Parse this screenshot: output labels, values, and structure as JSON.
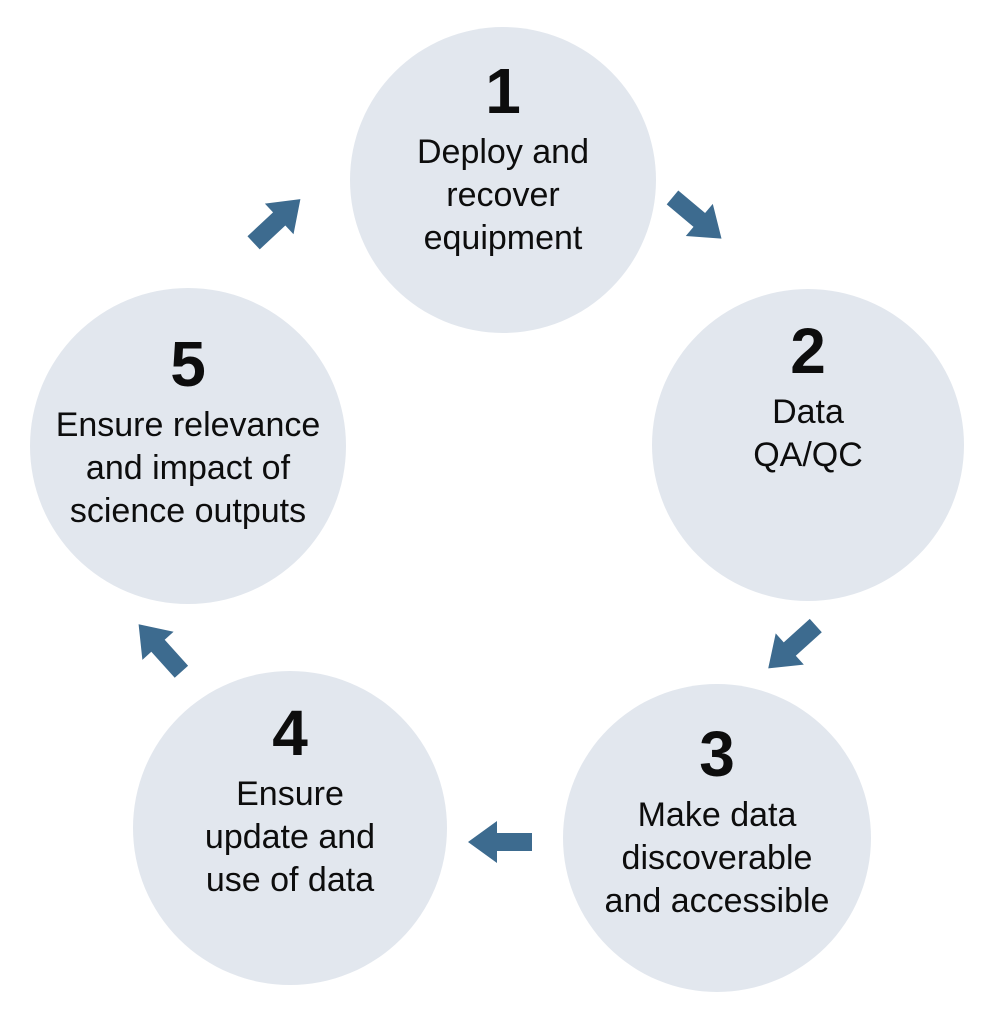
{
  "colors": {
    "background": "#ffffff",
    "circle_fill": "#E2E7EE",
    "arrow": "#3D6B8F",
    "text": "#0d0d0d"
  },
  "steps": [
    {
      "number": "1",
      "label": [
        "Deploy and",
        "recover",
        "equipment"
      ]
    },
    {
      "number": "2",
      "label": [
        "Data",
        "QA/QC"
      ]
    },
    {
      "number": "3",
      "label": [
        "Make data",
        "discoverable",
        "and accessible"
      ]
    },
    {
      "number": "4",
      "label": [
        "Ensure",
        "update and",
        "use of data"
      ]
    },
    {
      "number": "5",
      "label": [
        "Ensure relevance",
        "and impact of",
        "science outputs"
      ]
    }
  ],
  "arrows": [
    {
      "name": "arrow-1-to-2",
      "direction": "down-right"
    },
    {
      "name": "arrow-2-to-3",
      "direction": "down-left"
    },
    {
      "name": "arrow-3-to-4",
      "direction": "left"
    },
    {
      "name": "arrow-4-to-5",
      "direction": "up-left"
    },
    {
      "name": "arrow-5-to-1",
      "direction": "up-right"
    }
  ]
}
